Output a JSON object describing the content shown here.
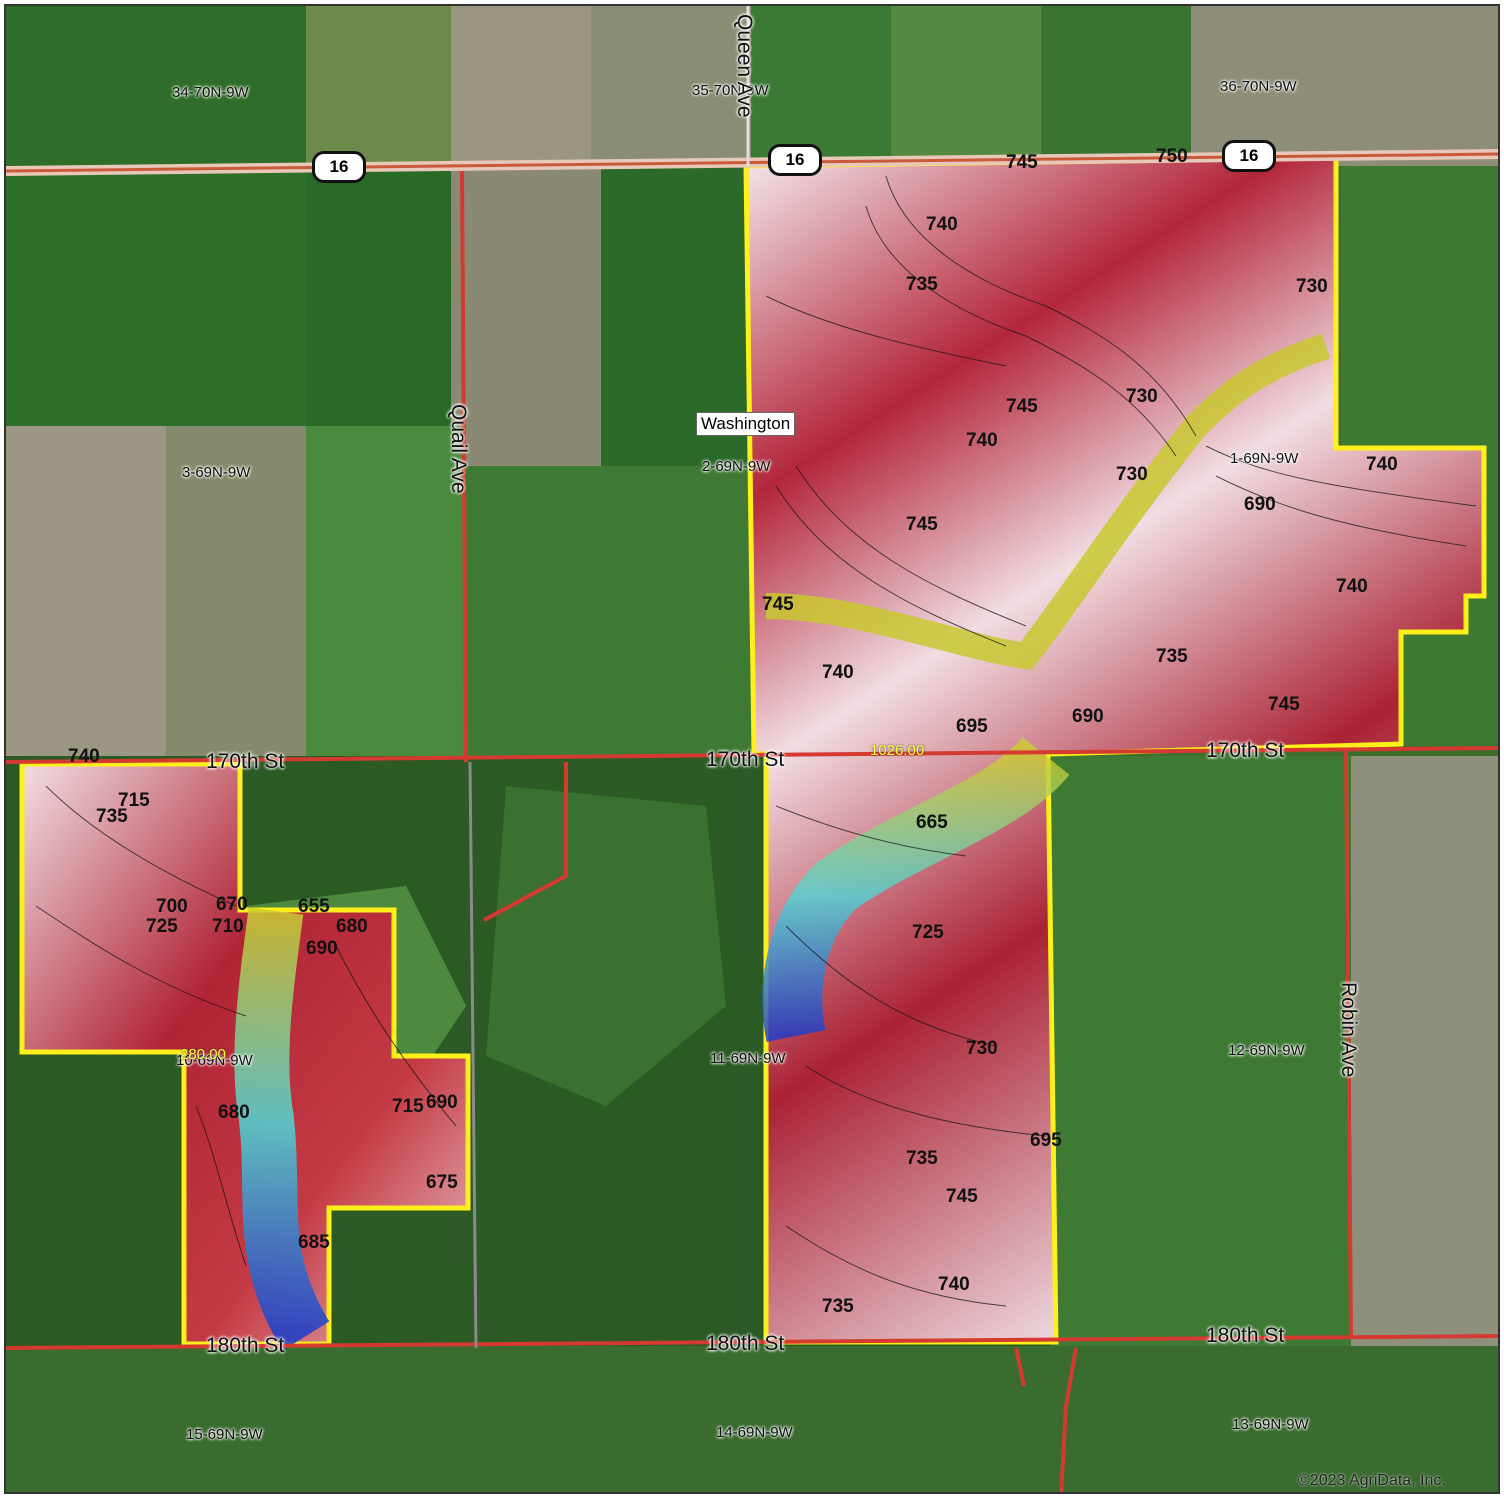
{
  "sections": [
    {
      "id": "s34",
      "label": "34-70N-9W"
    },
    {
      "id": "s35",
      "label": "35-70N-9W"
    },
    {
      "id": "s36",
      "label": "36-70N-9W"
    },
    {
      "id": "s3",
      "label": "3-69N-9W"
    },
    {
      "id": "s2",
      "label": "2-69N-9W"
    },
    {
      "id": "s1",
      "label": "1-69N-9W"
    },
    {
      "id": "s10",
      "label": "10-69N-9W"
    },
    {
      "id": "s11",
      "label": "11-69N-9W"
    },
    {
      "id": "s12",
      "label": "12-69N-9W"
    },
    {
      "id": "s15",
      "label": "15-69N-9W"
    },
    {
      "id": "s14",
      "label": "14-69N-9W"
    },
    {
      "id": "s13",
      "label": "13-69N-9W"
    }
  ],
  "roads": {
    "queen_ave": "Queen Ave",
    "quail_ave": "Quail Ave",
    "robin_ave": "Robin Ave",
    "st170_a": "170th St",
    "st170_b": "170th St",
    "st170_c": "170th St",
    "st180_a": "180th St",
    "st180_b": "180th St",
    "st180_c": "180th St"
  },
  "highway_shield": "16",
  "township_name": "Washington",
  "acreage": {
    "east": "1026.00",
    "west": "280.00"
  },
  "contour_labels": [
    "745",
    "750",
    "740",
    "735",
    "730",
    "745",
    "740",
    "730",
    "690",
    "740",
    "745",
    "740",
    "735",
    "745",
    "730",
    "690",
    "665",
    "725",
    "740",
    "745",
    "730",
    "735",
    "740",
    "740",
    "700",
    "725",
    "710",
    "715",
    "735",
    "655",
    "680",
    "690",
    "680",
    "690",
    "685",
    "675",
    "695",
    "745",
    "695",
    "735",
    "715",
    "670"
  ],
  "copyright": "©2023 AgriData, Inc.",
  "colors": {
    "boundary": "#ffef1a",
    "road": "#d43a2f",
    "highway": "#c95a3a",
    "relief_high": "#f3e6ea",
    "relief_mid": "#b9283a",
    "relief_low_yellow": "#cccc30",
    "relief_low_cyan": "#4fd6d6",
    "relief_lowest": "#1a3ccc"
  }
}
